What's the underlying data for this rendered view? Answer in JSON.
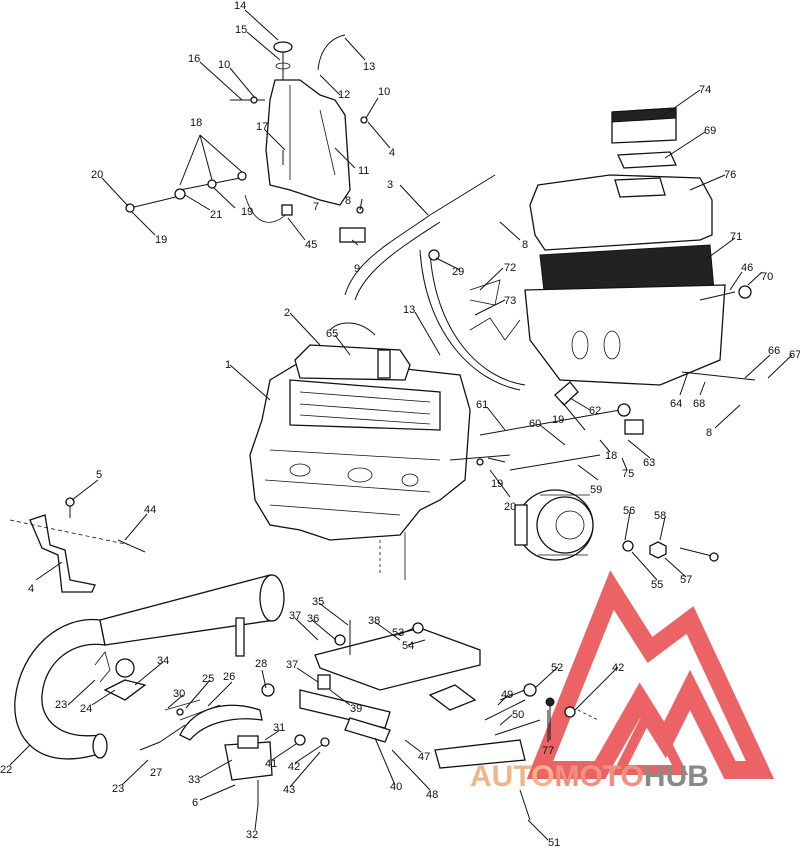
{
  "diagram": {
    "callouts": [
      "14",
      "15",
      "16",
      "10",
      "13",
      "12",
      "10",
      "18",
      "17",
      "4",
      "20",
      "19",
      "21",
      "19",
      "11",
      "3",
      "8",
      "7",
      "45",
      "9",
      "29",
      "8",
      "74",
      "69",
      "76",
      "72",
      "73",
      "13",
      "71",
      "46",
      "70",
      "2",
      "65",
      "1",
      "66",
      "67",
      "64",
      "68",
      "8",
      "61",
      "62",
      "60",
      "19",
      "18",
      "63",
      "19",
      "75",
      "59",
      "20",
      "56",
      "58",
      "5",
      "44",
      "4",
      "55",
      "57",
      "35",
      "37",
      "36",
      "38",
      "53",
      "54",
      "34",
      "28",
      "37",
      "25",
      "26",
      "30",
      "39",
      "52",
      "42",
      "49",
      "50",
      "77",
      "23",
      "24",
      "22",
      "31",
      "27",
      "23",
      "41",
      "33",
      "42",
      "43",
      "47",
      "40",
      "6",
      "48",
      "32",
      "51"
    ]
  },
  "watermark": {
    "part1": "AUTO",
    "part2": "MOTO",
    "part3": "HUB",
    "colors": {
      "auto": "#f2b58a",
      "moto": "#f09080",
      "hub": "#8a8a8a",
      "logo": "#e8484a"
    }
  }
}
